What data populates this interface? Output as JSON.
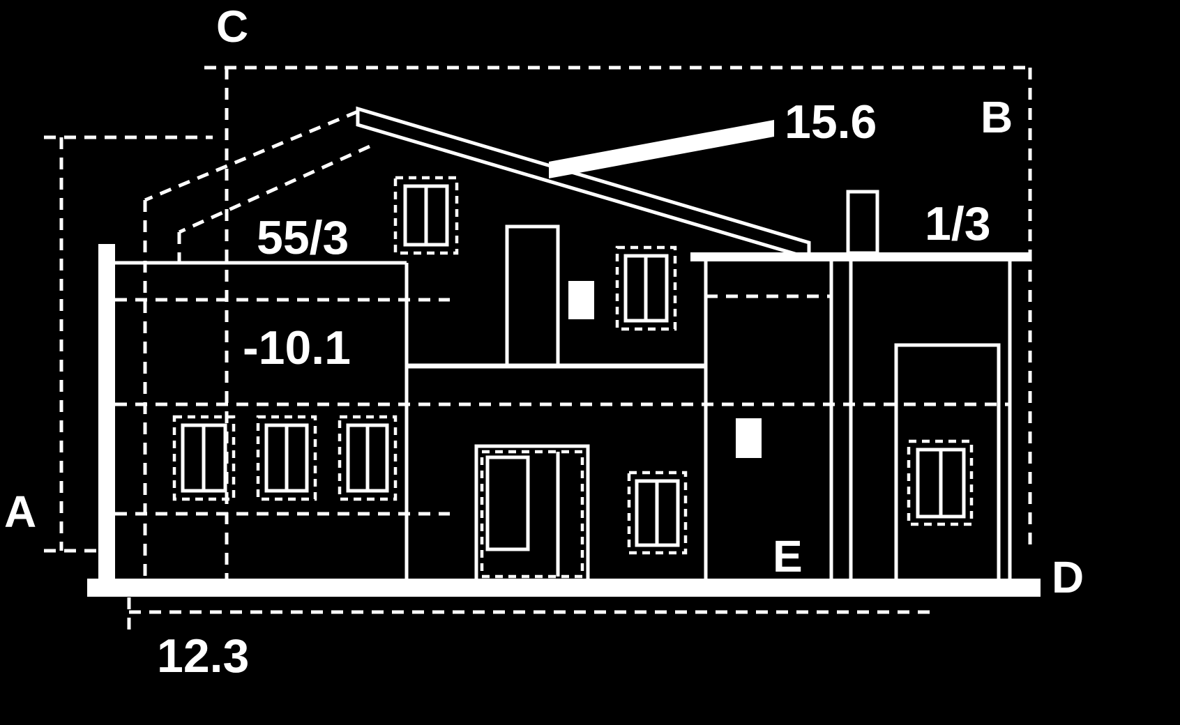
{
  "drawing": {
    "type": "architectural-elevation-blueprint",
    "background_color": "#000000",
    "line_color": "#ffffff"
  },
  "labels": {
    "axis_a": "A",
    "axis_b": "B",
    "axis_c": "C",
    "axis_d": "D",
    "axis_e": "E"
  },
  "dimensions": {
    "roof_length": "15.6",
    "slope_ratio": "1/3",
    "window_mark": "55/3",
    "level_mark": "-10.1",
    "base_width": "12.3"
  }
}
